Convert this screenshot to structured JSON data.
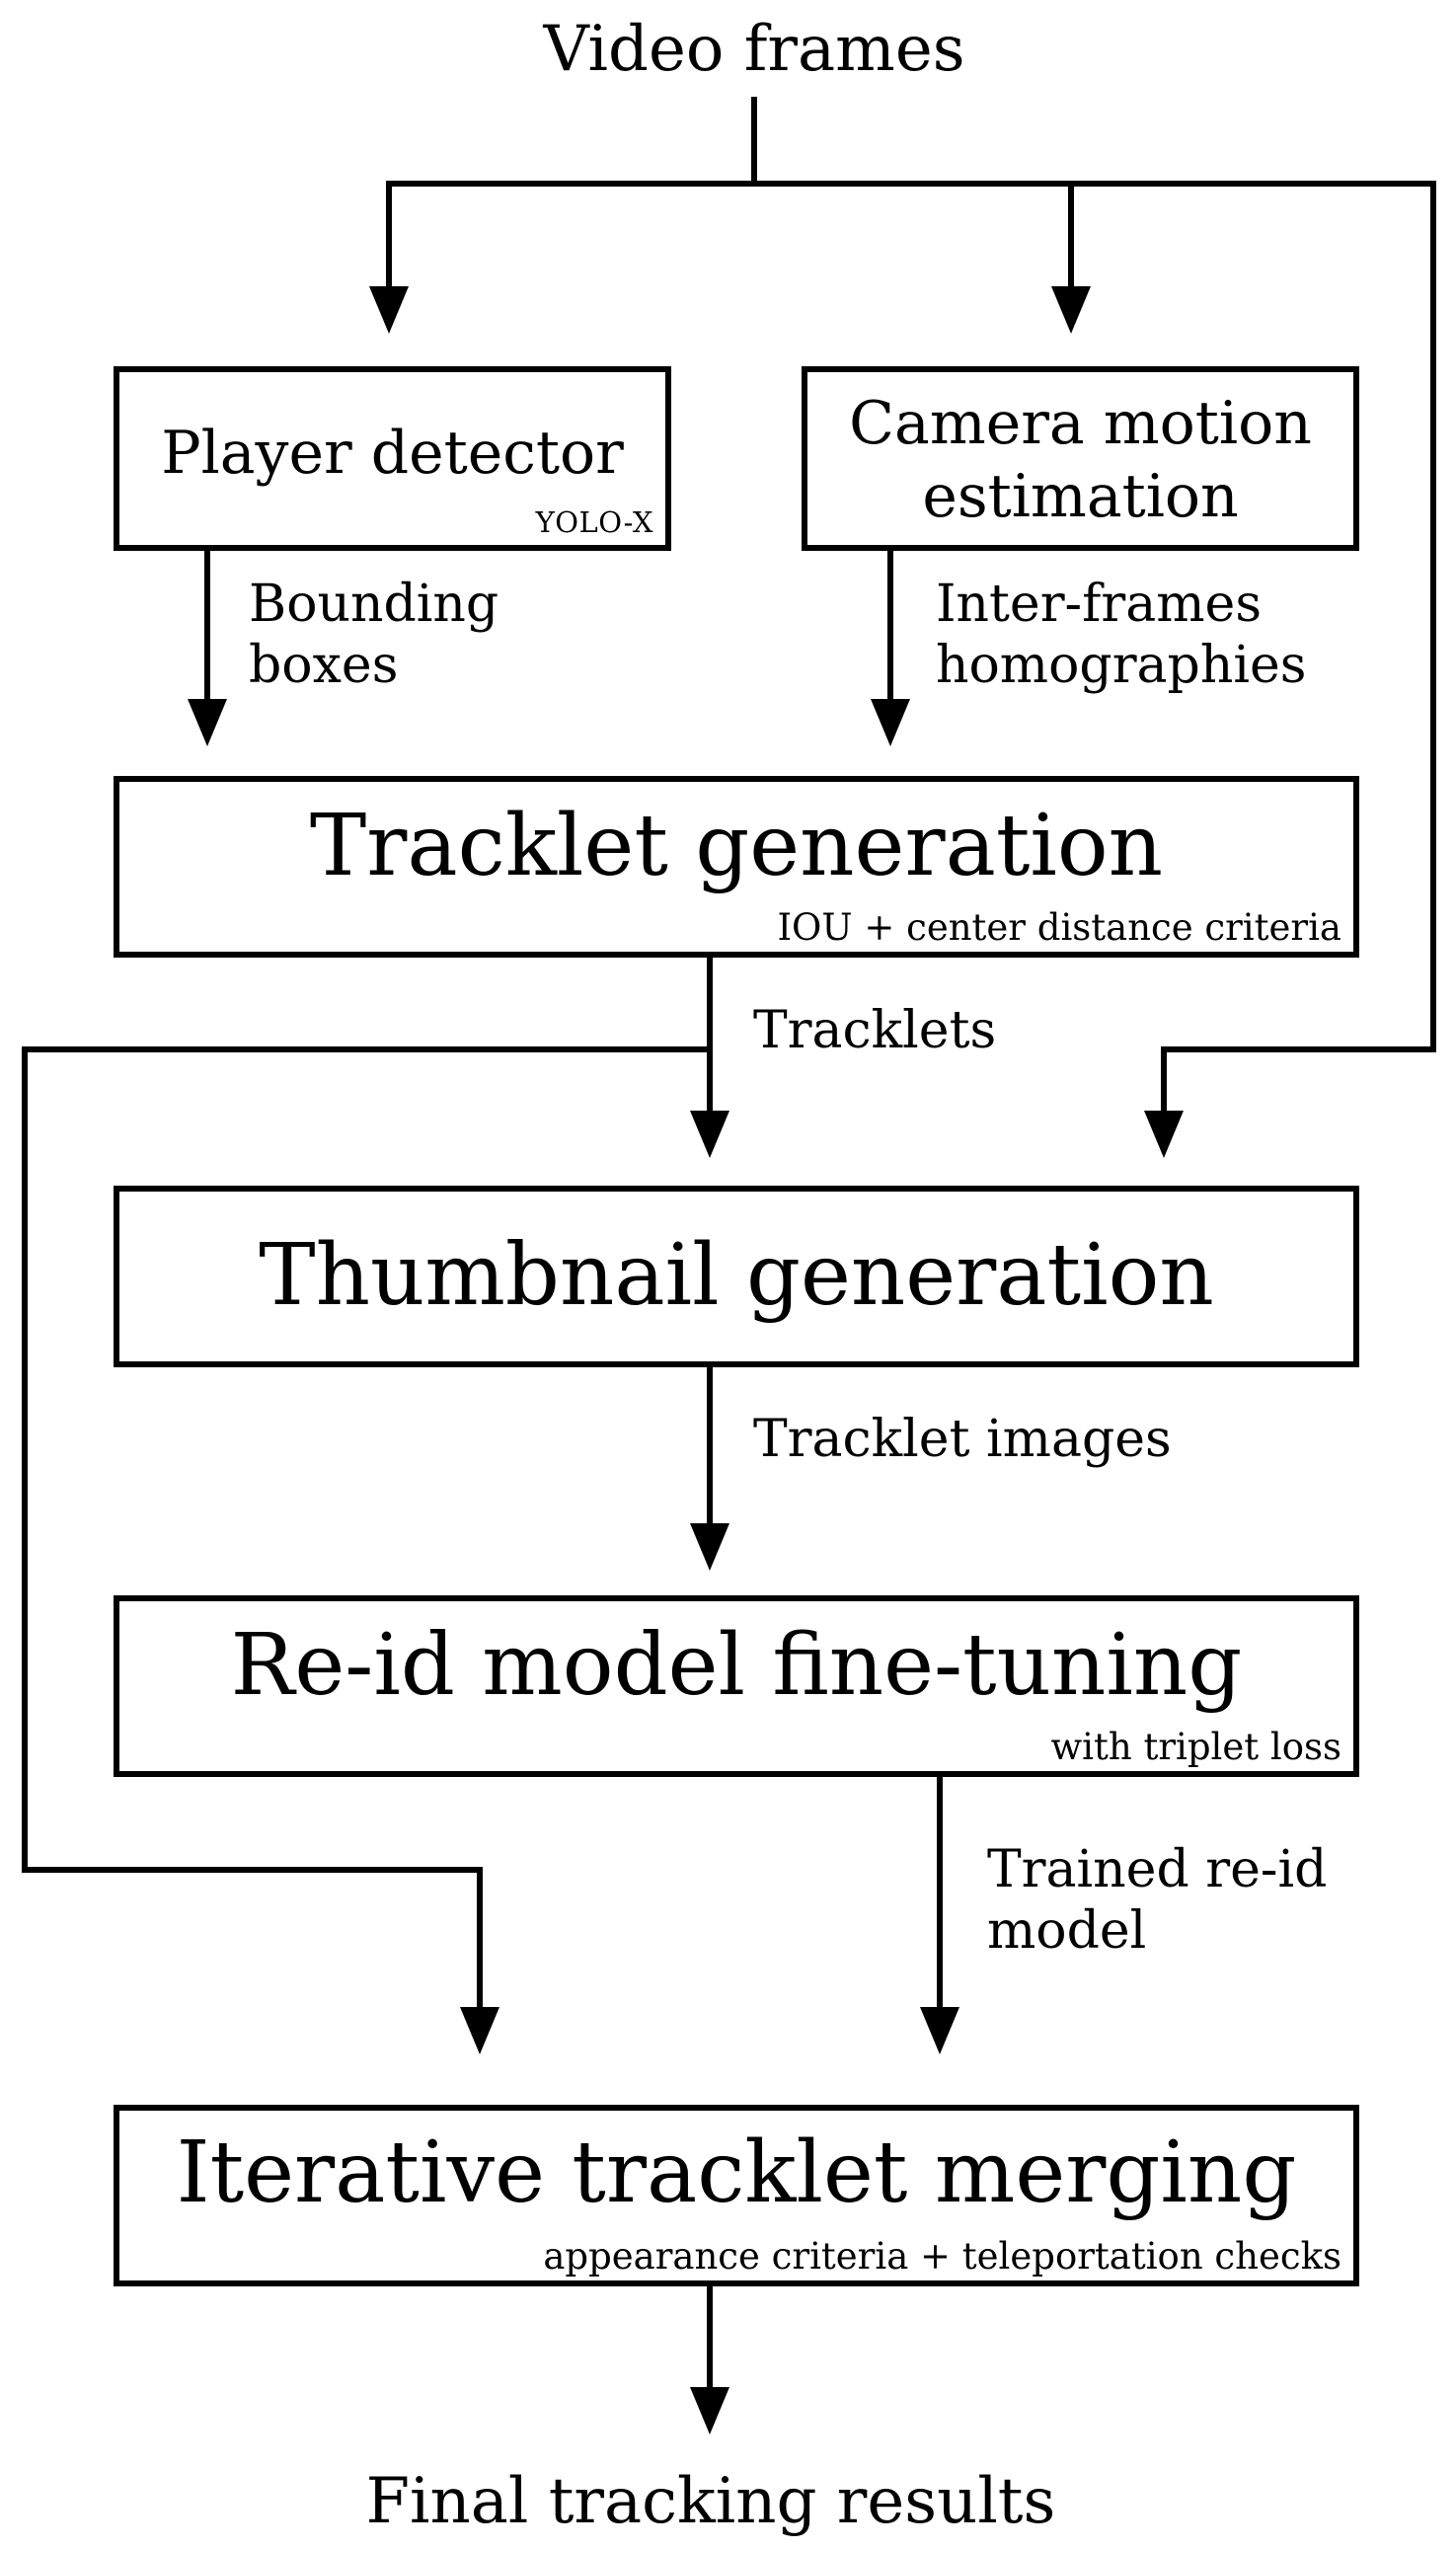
{
  "input_label": "Video frames",
  "output_label": "Final tracking results",
  "nodes": {
    "player_detector": {
      "title": "Player detector",
      "note": "YOLO-X"
    },
    "camera_motion": {
      "title_line1": "Camera motion",
      "title_line2": "estimation"
    },
    "tracklet_generation": {
      "title": "Tracklet generation",
      "note": "IOU + center distance criteria"
    },
    "thumbnail_generation": {
      "title": "Thumbnail generation"
    },
    "reid_finetuning": {
      "title": "Re-id model fine-tuning",
      "note": "with triplet loss"
    },
    "tracklet_merging": {
      "title": "Iterative tracklet merging",
      "note": "appearance criteria + teleportation checks"
    }
  },
  "edges": {
    "bounding_boxes": {
      "line1": "Bounding",
      "line2": "boxes"
    },
    "homographies": {
      "line1": "Inter-frames",
      "line2": "homographies"
    },
    "tracklets": {
      "line1": "Tracklets"
    },
    "tracklet_images": {
      "line1": "Tracklet images"
    },
    "trained_reid": {
      "line1": "Trained re-id",
      "line2": "model"
    }
  },
  "colors": {
    "stroke": "#000000",
    "background": "#ffffff"
  }
}
